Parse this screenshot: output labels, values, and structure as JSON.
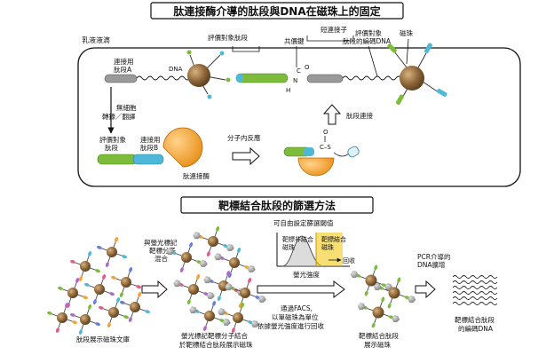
{
  "section1": {
    "title": "肽連接酶介導的肽段與DNA在磁珠上的固定",
    "droplet_label": "乳液液滴",
    "peptide_a_l1": "連接用",
    "peptide_a_l2": "肽段A",
    "dna_label": "DNA",
    "cellfree_l1": "無細胞",
    "cellfree_l2": "轉錄／翻譯",
    "eval_l1": "評價對象",
    "eval_l2": "肽段",
    "peptide_b_l1": "連接用",
    "peptide_b_l2": "肽段B",
    "ligase_label": "肽連接酶",
    "intramolecular_label": "分子内反應",
    "ligation_label": "肽段連接",
    "eval_peptide_top": "評價對象肽段",
    "covalent_label": "共價鍵",
    "short_linker": "短連接子",
    "encoding_dna_l1": "評價對象",
    "encoding_dna_l2": "肽段的編碼DNA",
    "bead_label": "磁珠",
    "chem_c": "C",
    "chem_o": "O",
    "chem_n": "N",
    "chem_h": "H",
    "chem_s": "C–S",
    "chem_o2": "O"
  },
  "section2": {
    "title": "靶標結合肽段的篩選方法",
    "library_label": "肽段展示磁珠文庫",
    "mix_l1": "與螢光標記",
    "mix_l2": "靶標分子",
    "mix_l3": "混合",
    "bound_l1": "螢光標記靶標分子結合",
    "bound_l2": "於靶標結合肽段展示磁珠",
    "threshold_label": "可自由設定篩選閾值",
    "nonbinding_l1": "靶標非結合",
    "nonbinding_l2": "磁珠",
    "binding_l1": "靶標結合",
    "binding_l2": "磁珠",
    "recover_label": "回收",
    "fluor_axis": "螢光強度",
    "facs_l1": "通過FACS,",
    "facs_l2": "以單磁珠為單位",
    "facs_l3": "依據螢光強度進行回收",
    "selected_l1": "靶標結合肽段",
    "selected_l2": "展示磁珠",
    "pcr_l1": "PCR介導的",
    "pcr_l2": "DNA擴增",
    "final_l1": "靶標結合肽段",
    "final_l2": "的編碼DNA"
  },
  "colors": {
    "bead": "#8a6437",
    "green": "#7dbb3b",
    "cyan": "#4fb8d8",
    "orange": "#f2a33a",
    "gray": "#9a9a9a",
    "threshold": "#f0c400"
  }
}
